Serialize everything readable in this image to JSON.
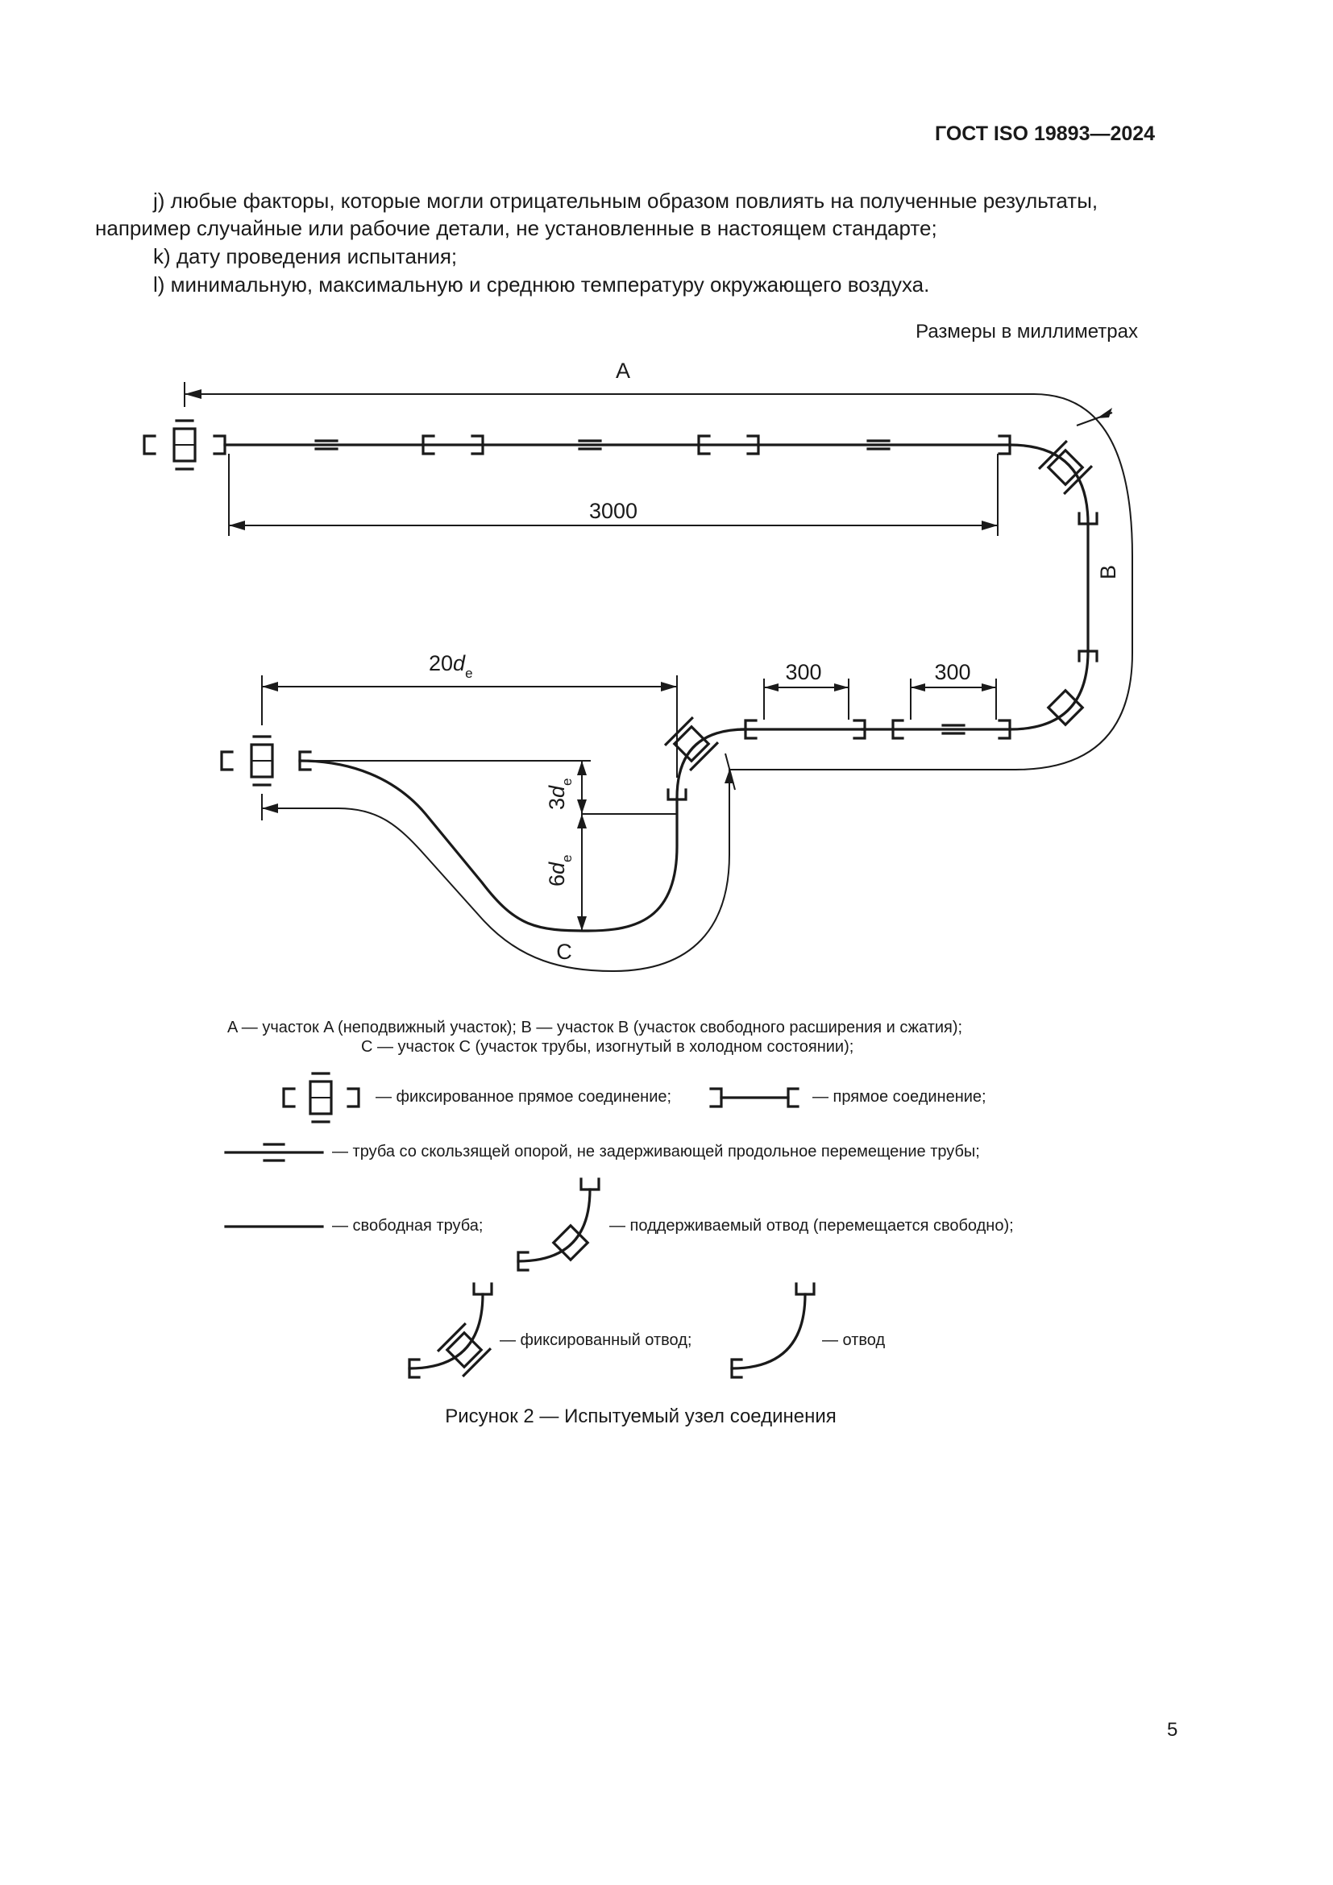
{
  "header": {
    "standard": "ГОСТ ISO 19893—2024"
  },
  "paragraphs": {
    "j_line1": "j)  любые факторы, которые могли отрицательным образом повлиять на полученные результаты,",
    "j_line2": "например случайные или рабочие детали, не установленные в настоящем стандарте;",
    "k": "k)  дату проведения испытания;",
    "l": "l)  минимальную, максимальную и среднюю температуру окружающего воздуха."
  },
  "figure": {
    "dimensions_note": "Размеры в миллиметрах",
    "labels": {
      "section_a": "A",
      "section_b": "B",
      "section_c": "C",
      "dim_3000": "3000",
      "dim_300_left": "300",
      "dim_300_right": "300",
      "dim_20de_coef": "20",
      "dim_3de_coef": "3",
      "dim_6de_coef": "6",
      "var_d": "d",
      "sub_e": "e"
    },
    "legend": {
      "line1": "A — участок A (неподвижный участок); B — участок B (участок свободного расширения и сжатия);",
      "line2": "C — участок C (участок трубы, изогнутый в холодном состоянии);",
      "fixed_straight": "— фиксированное прямое соединение;",
      "straight": "— прямое соединение;",
      "sliding": "— труба со скользящей опорой, не задерживающей продольное перемещение трубы;",
      "free_pipe": "— свободная труба;",
      "supported_bend": "— поддерживаемый отвод (перемещается свободно);",
      "fixed_bend": "— фиксированный отвод;",
      "bend": "— отвод"
    },
    "caption": "Рисунок 2 — Испытуемый узел соединения"
  },
  "page": {
    "number": "5"
  }
}
